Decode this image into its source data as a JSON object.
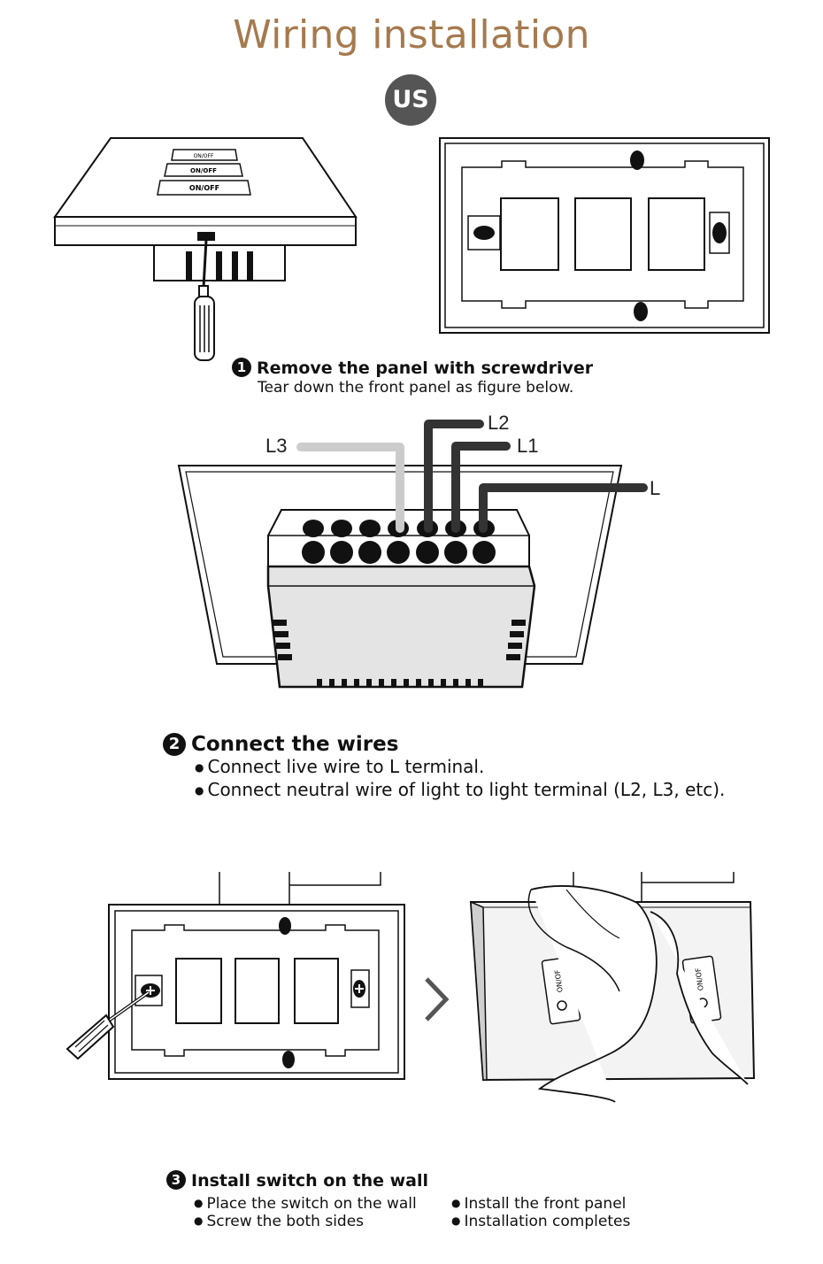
{
  "title": "Wiring installation",
  "region_badge": "US",
  "switch_button_label": "ON/OFF",
  "panel_button_label": "ON/OF",
  "step1": {
    "number": "1",
    "heading": "Remove the panel with screwdriver",
    "text": "Tear down the front panel as figure below."
  },
  "wires": {
    "l3": "L3",
    "l2": "L2",
    "l1": "L1",
    "l": "L"
  },
  "step2": {
    "number": "2",
    "heading": "Connect the wires",
    "bullets": [
      "Connect live wire to L terminal.",
      "Connect neutral wire of light to light terminal (L2, L3, etc)."
    ]
  },
  "arrow_glyph": "›",
  "step3": {
    "number": "3",
    "heading": "Install switch on the wall",
    "left_bullets": [
      "Place the switch on the wall",
      "Screw the both sides"
    ],
    "right_bullets": [
      "Install the front panel",
      "Installation completes"
    ]
  },
  "colors": {
    "title": "#a57a4e",
    "badge": "#555555",
    "wire_dark": "#333333",
    "wire_light": "#cccccc",
    "module_fill": "#e4e4e4"
  }
}
